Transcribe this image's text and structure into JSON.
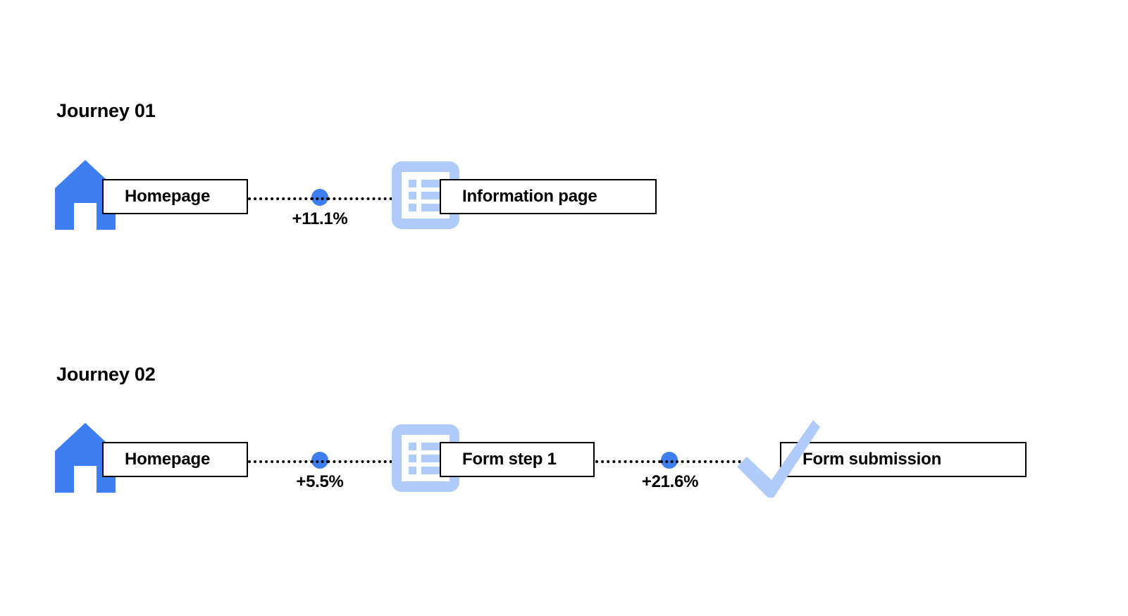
{
  "colors": {
    "blue": "#3D7EF3",
    "light_blue": "#AECBFA",
    "black": "#000000",
    "white": "#FFFFFF"
  },
  "journeys": [
    {
      "title": "Journey 01",
      "nodes": [
        {
          "label": "Homepage",
          "icon": "house-icon"
        },
        {
          "label": "Information page",
          "icon": "document-list-icon"
        }
      ],
      "connectors": [
        {
          "label": "+11.1%"
        }
      ]
    },
    {
      "title": "Journey 02",
      "nodes": [
        {
          "label": "Homepage",
          "icon": "house-icon"
        },
        {
          "label": "Form step 1",
          "icon": "document-list-icon"
        },
        {
          "label": "Form submission",
          "icon": "checkmark-icon"
        }
      ],
      "connectors": [
        {
          "label": "+5.5%"
        },
        {
          "label": "+21.6%"
        }
      ]
    }
  ]
}
